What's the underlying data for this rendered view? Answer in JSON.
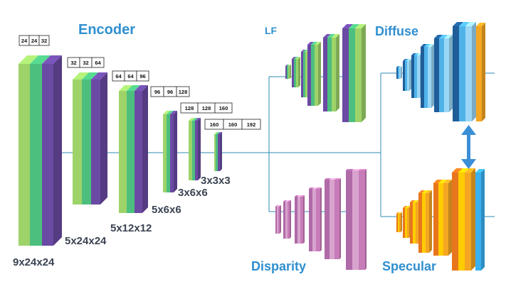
{
  "sections": {
    "encoder": "Encoder",
    "lf": "LF",
    "diffuse": "Diffuse",
    "disparity": "Disparity",
    "specular": "Specular"
  },
  "encoder_blocks": [
    {
      "dims": "9x24x24",
      "channels": [
        "24",
        "24",
        "32"
      ]
    },
    {
      "dims": "5x24x24",
      "channels": [
        "32",
        "32",
        "64"
      ]
    },
    {
      "dims": "5x12x12",
      "channels": [
        "64",
        "64",
        "96"
      ]
    },
    {
      "dims": "5x6x6",
      "channels": [
        "96",
        "96",
        "128"
      ]
    },
    {
      "dims": "3x6x6",
      "channels": [
        "128",
        "128",
        "160"
      ]
    },
    {
      "dims": "3x3x3",
      "channels": [
        "160",
        "160",
        "192"
      ]
    }
  ],
  "colors": {
    "encoder": [
      "#9ed36a",
      "#4cbf7e",
      "#6a4aa3"
    ],
    "lf": [
      "#6a4aa3",
      "#4cbf7e",
      "#9ed36a"
    ],
    "disparity": [
      "#b06aa8",
      "#d9a3cf",
      "#c77bb8"
    ],
    "diffuse": [
      "#1f5d99",
      "#4fb3ea",
      "#9ad6f5",
      "#f5a623"
    ],
    "specular": [
      "#e8761d",
      "#ffcc00",
      "#f5a623",
      "#3ab0f0"
    ],
    "arrow": "#3a8fd6",
    "line": "#2e8bb5"
  }
}
